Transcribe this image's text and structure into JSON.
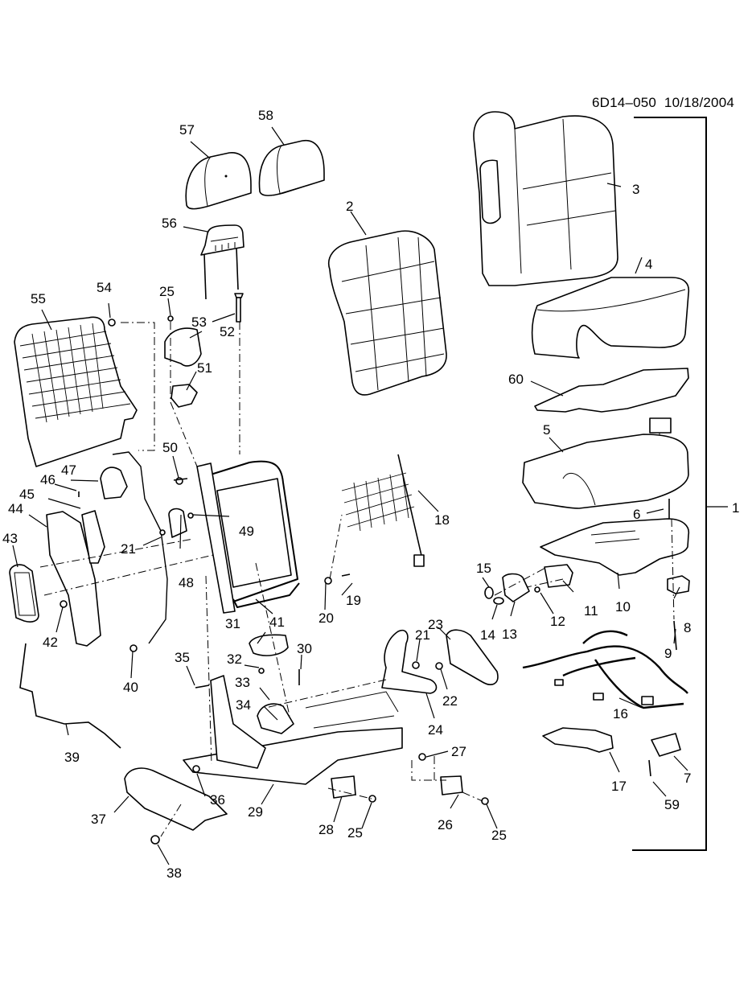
{
  "header": {
    "diagram_id": "6D14–050",
    "date": "10/18/2004"
  },
  "callouts": [
    {
      "id": "p1",
      "label": "1",
      "part": "seat-assembly-bracket"
    },
    {
      "id": "p2",
      "label": "2",
      "part": "seat-back-pad"
    },
    {
      "id": "p3",
      "label": "3",
      "part": "seat-back-cover"
    },
    {
      "id": "p4",
      "label": "4",
      "part": "seat-cushion-cover"
    },
    {
      "id": "p5",
      "label": "5",
      "part": "seat-cushion-pad"
    },
    {
      "id": "p6",
      "label": "6",
      "part": "bolt"
    },
    {
      "id": "p7",
      "label": "7",
      "part": "module"
    },
    {
      "id": "p8",
      "label": "8",
      "part": "bracket"
    },
    {
      "id": "p9",
      "label": "9",
      "part": "bolt"
    },
    {
      "id": "p10",
      "label": "10",
      "part": "cushion-frame"
    },
    {
      "id": "p11",
      "label": "11",
      "part": "switch"
    },
    {
      "id": "p12",
      "label": "12",
      "part": "screw"
    },
    {
      "id": "p13",
      "label": "13",
      "part": "switch-bezel"
    },
    {
      "id": "p14",
      "label": "14",
      "part": "knob"
    },
    {
      "id": "p15",
      "label": "15",
      "part": "knob"
    },
    {
      "id": "p16",
      "label": "16",
      "part": "wiring-harness"
    },
    {
      "id": "p17",
      "label": "17",
      "part": "bracket"
    },
    {
      "id": "p18",
      "label": "18",
      "part": "lumbar-support"
    },
    {
      "id": "p19",
      "label": "19",
      "part": "bolt"
    },
    {
      "id": "p20",
      "label": "20",
      "part": "bushing"
    },
    {
      "id": "p21a",
      "label": "21",
      "part": "nut"
    },
    {
      "id": "p21b",
      "label": "21",
      "part": "nut"
    },
    {
      "id": "p22",
      "label": "22",
      "part": "nut"
    },
    {
      "id": "p23",
      "label": "23",
      "part": "trim-panel"
    },
    {
      "id": "p24",
      "label": "24",
      "part": "seat-belt-buckle"
    },
    {
      "id": "p25a",
      "label": "25",
      "part": "screw"
    },
    {
      "id": "p25b",
      "label": "25",
      "part": "screw"
    },
    {
      "id": "p25c",
      "label": "25",
      "part": "screw"
    },
    {
      "id": "p26",
      "label": "26",
      "part": "cover"
    },
    {
      "id": "p27",
      "label": "27",
      "part": "nut"
    },
    {
      "id": "p28",
      "label": "28",
      "part": "cover"
    },
    {
      "id": "p29",
      "label": "29",
      "part": "seat-adjuster"
    },
    {
      "id": "p30",
      "label": "30",
      "part": "bolt"
    },
    {
      "id": "p31",
      "label": "31",
      "part": "cover"
    },
    {
      "id": "p32",
      "label": "32",
      "part": "clip"
    },
    {
      "id": "p33",
      "label": "33",
      "part": "cover"
    },
    {
      "id": "p34",
      "label": "34",
      "part": "bolt"
    },
    {
      "id": "p35",
      "label": "35",
      "part": "bolt"
    },
    {
      "id": "p36",
      "label": "36",
      "part": "nut"
    },
    {
      "id": "p37",
      "label": "37",
      "part": "outer-trim-panel"
    },
    {
      "id": "p38",
      "label": "38",
      "part": "nut"
    },
    {
      "id": "p39",
      "label": "39",
      "part": "cable"
    },
    {
      "id": "p40",
      "label": "40",
      "part": "nut"
    },
    {
      "id": "p41",
      "label": "41",
      "part": "seat-back-frame"
    },
    {
      "id": "p42",
      "label": "42",
      "part": "nut"
    },
    {
      "id": "p43",
      "label": "43",
      "part": "bezel"
    },
    {
      "id": "p44",
      "label": "44",
      "part": "trim-panel"
    },
    {
      "id": "p45",
      "label": "45",
      "part": "cover"
    },
    {
      "id": "p46",
      "label": "46",
      "part": "screw"
    },
    {
      "id": "p47",
      "label": "47",
      "part": "retractor"
    },
    {
      "id": "p48",
      "label": "48",
      "part": "guide"
    },
    {
      "id": "p49",
      "label": "49",
      "part": "nut"
    },
    {
      "id": "p50",
      "label": "50",
      "part": "bolt"
    },
    {
      "id": "p51",
      "label": "51",
      "part": "guide"
    },
    {
      "id": "p52",
      "label": "52",
      "part": "cover"
    },
    {
      "id": "p53",
      "label": "53",
      "part": "guide"
    },
    {
      "id": "p54",
      "label": "54",
      "part": "screw"
    },
    {
      "id": "p55",
      "label": "55",
      "part": "seat-back-panel"
    },
    {
      "id": "p56",
      "label": "56",
      "part": "headrest-frame"
    },
    {
      "id": "p57",
      "label": "57",
      "part": "headrest"
    },
    {
      "id": "p58",
      "label": "58",
      "part": "headrest"
    },
    {
      "id": "p59",
      "label": "59",
      "part": "bolt"
    },
    {
      "id": "p60",
      "label": "60",
      "part": "sensor-mat"
    }
  ]
}
